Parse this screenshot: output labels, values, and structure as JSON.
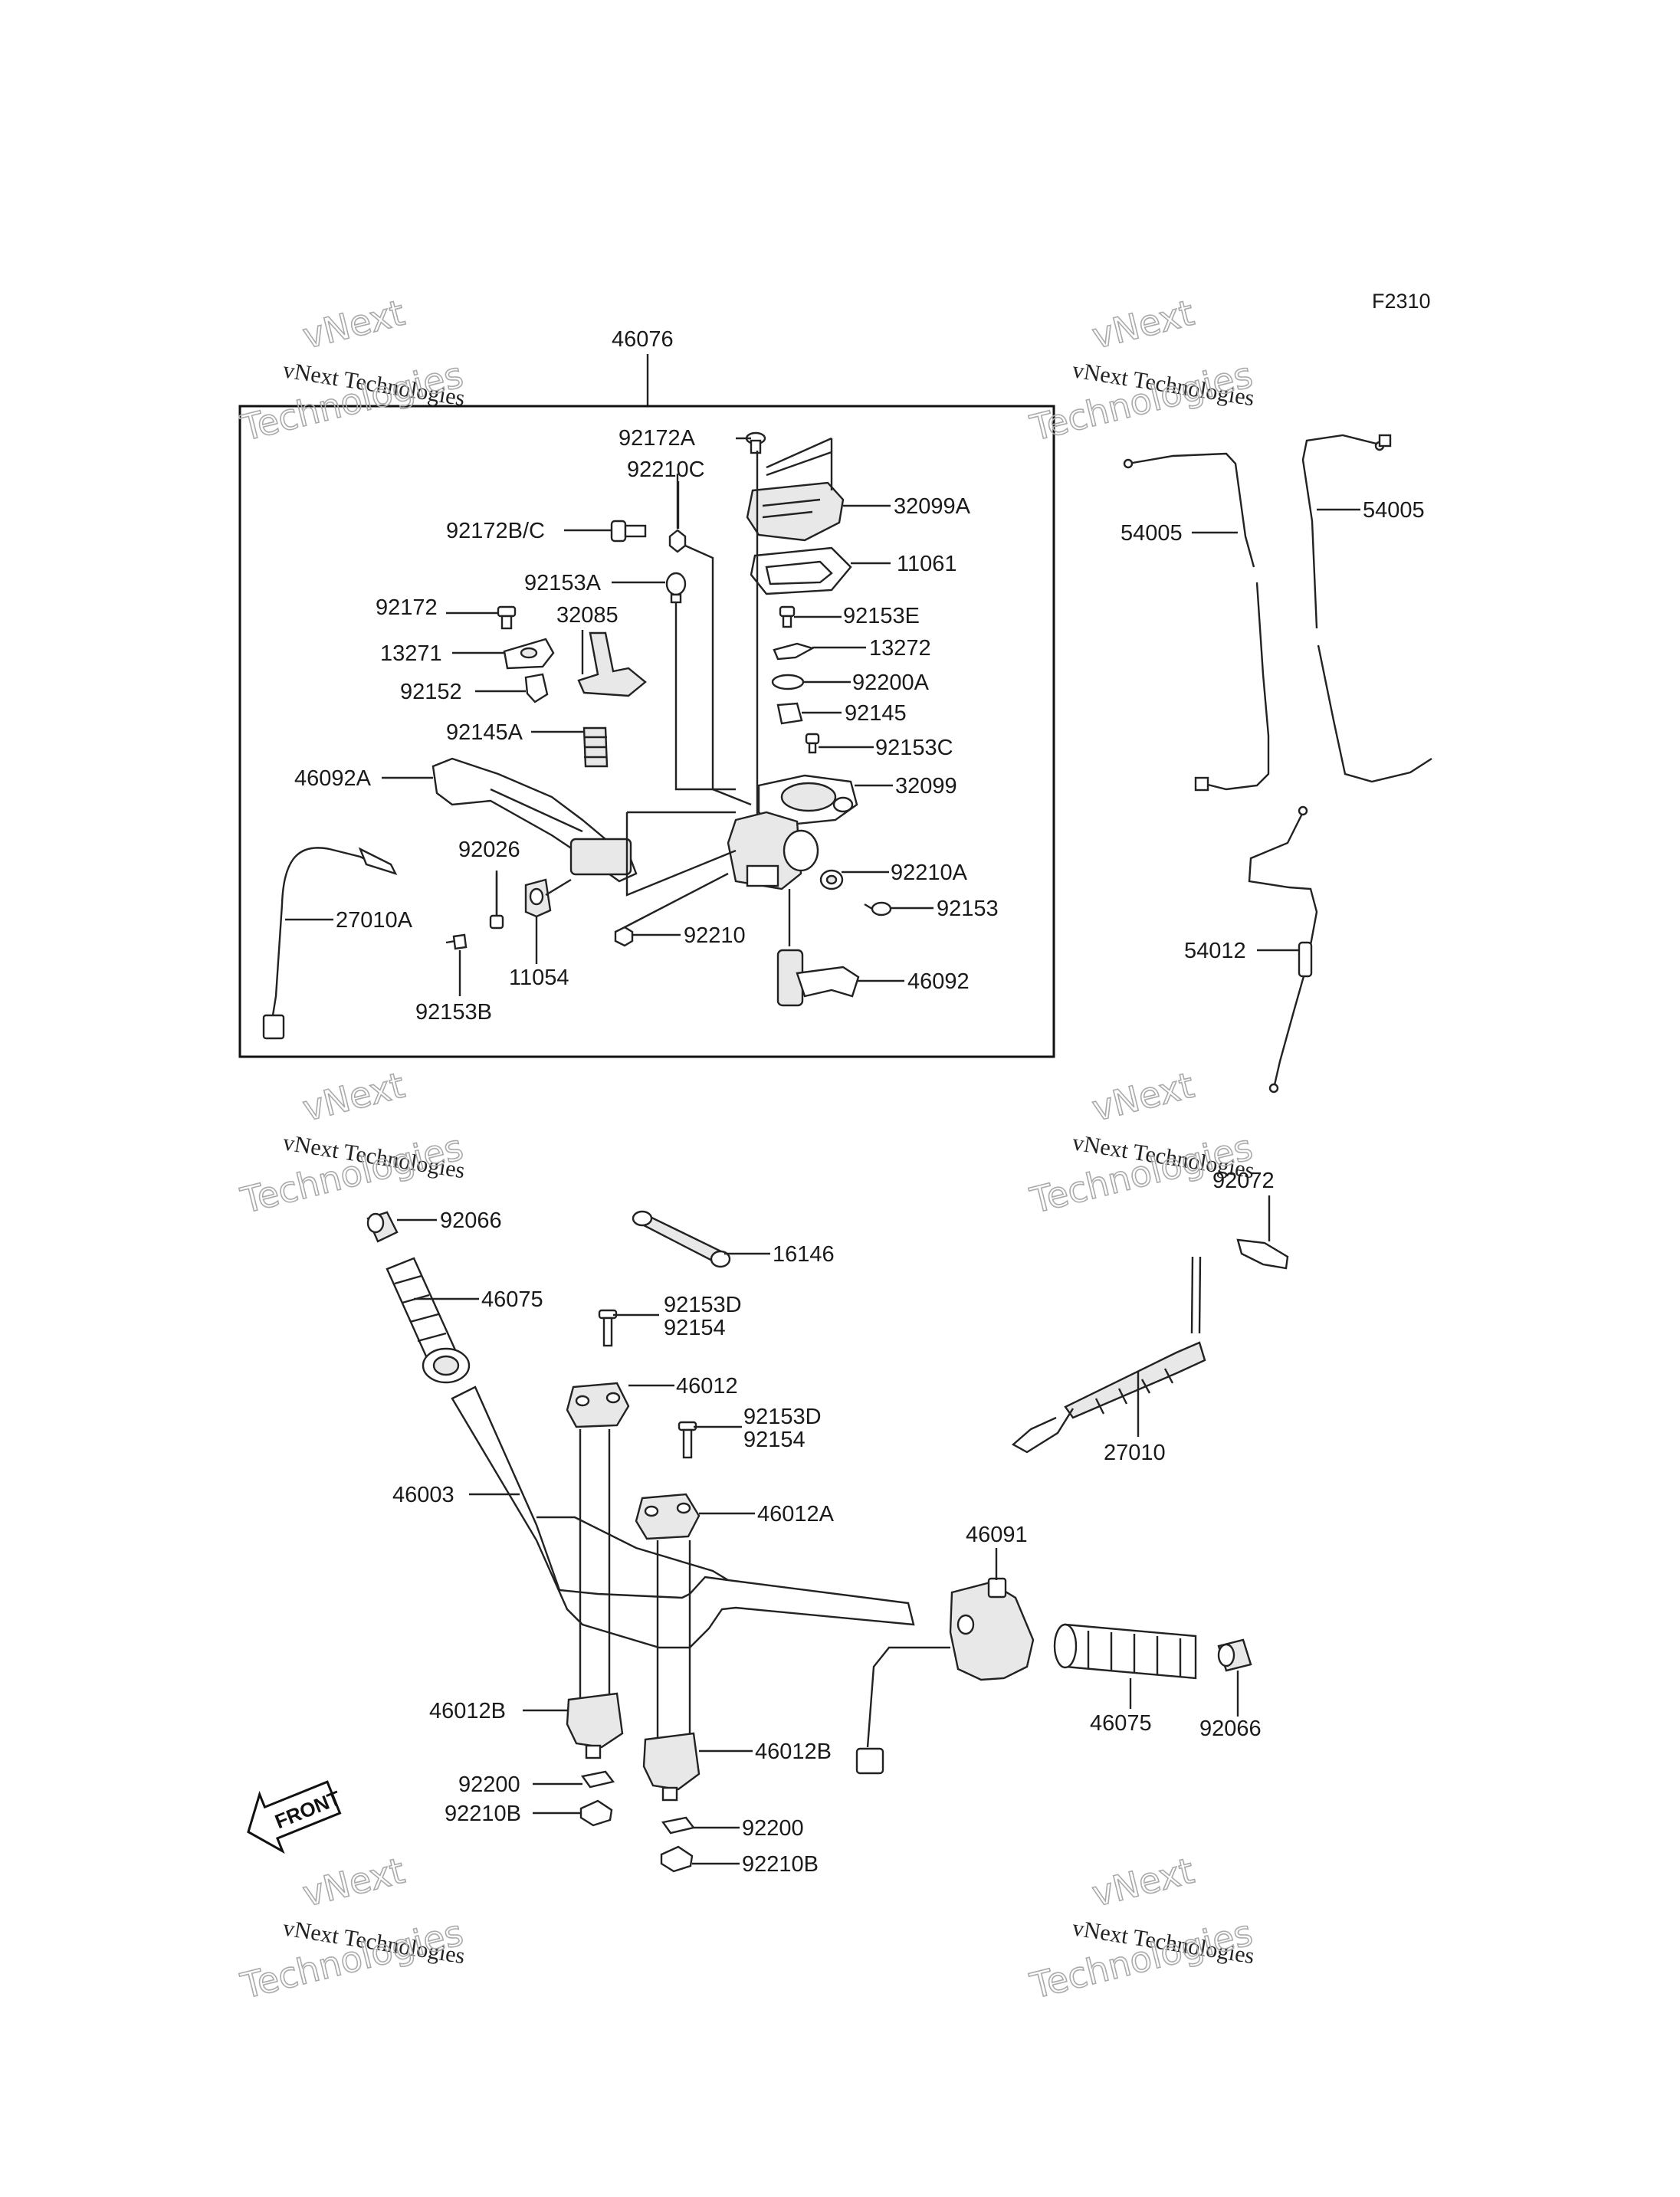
{
  "diagram_code": "F2310",
  "watermark": {
    "line1": "vNext Technologies",
    "line2a": "vNext",
    "line2b": "Technologies"
  },
  "front_marker": "FRONT",
  "assembly_label": "46076",
  "labels": {
    "l92172A": "92172A",
    "l92210C": "92210C",
    "l32099A": "32099A",
    "l92172BC": "92172B/C",
    "l11061": "11061",
    "l92153A": "92153A",
    "l92172": "92172",
    "l32085": "32085",
    "l92153E": "92153E",
    "l13271": "13271",
    "l13272": "13272",
    "l92152": "92152",
    "l92200A": "92200A",
    "l92145": "92145",
    "l92145A": "92145A",
    "l92153C": "92153C",
    "l46092A": "46092A",
    "l32099": "32099",
    "l92026": "92026",
    "l92210A": "92210A",
    "l27010A": "27010A",
    "l92153": "92153",
    "l92210": "92210",
    "l11054": "11054",
    "l46092": "46092",
    "l92153B": "92153B",
    "l54005_left": "54005",
    "l54005_right": "54005",
    "l54012": "54012",
    "l92072": "92072",
    "l92066_left": "92066",
    "l16146": "16146",
    "l46075_left": "46075",
    "l92153D_a": "92153D",
    "l92154_a": "92154",
    "l46012": "46012",
    "l92153D_b": "92153D",
    "l92154_b": "92154",
    "l27010": "27010",
    "l46003": "46003",
    "l46012A": "46012A",
    "l46091": "46091",
    "l46012B_left": "46012B",
    "l46075_right": "46075",
    "l92066_right": "92066",
    "l46012B_right": "46012B",
    "l92200_left": "92200",
    "l92210B_left": "92210B",
    "l92200_right": "92200",
    "l92210B_right": "92210B"
  }
}
